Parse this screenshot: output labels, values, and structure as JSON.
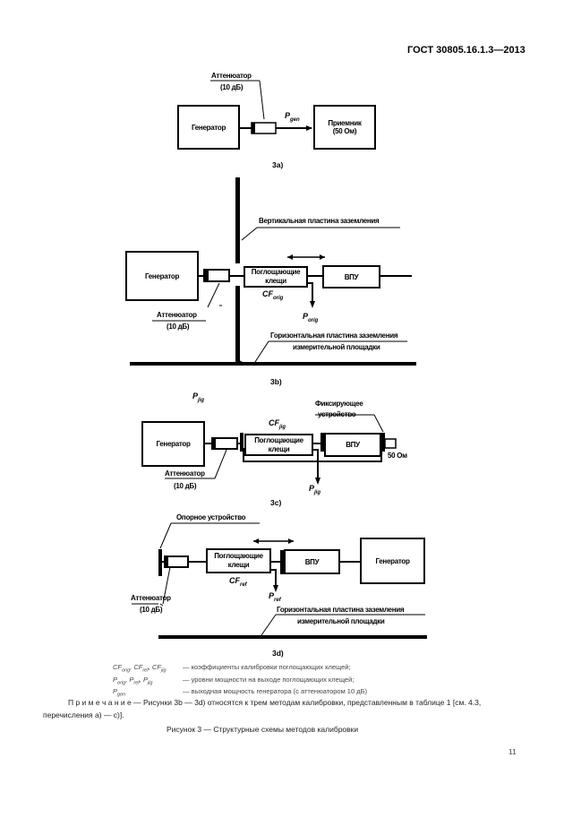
{
  "header": {
    "standard": "ГОСТ 30805.16.1.3—2013"
  },
  "figure_3a": {
    "attenuator_label": "Аттенюатор",
    "attenuator_value": "(10 дБ)",
    "generator": "Генератор",
    "receiver_line1": "Приемник",
    "receiver_line2": "(50 Ом)",
    "power_symbol": "P",
    "power_sub": "gen",
    "caption": "3a)"
  },
  "figure_3b": {
    "vertical_plate": "Вертикальная пластина заземления",
    "generator": "Генератор",
    "clamp_line1": "Поглощающие",
    "clamp_line2": "клещи",
    "vpu": "ВПУ",
    "cf_symbol": "CF",
    "cf_sub": "orig",
    "power_symbol": "P",
    "power_sub": "orig",
    "attenuator_label": "Аттенюатор",
    "attenuator_value": "(10 дБ)",
    "horizontal_plate_line1": "Горизонтальная пластина заземления",
    "horizontal_plate_line2": "измерительной площадки",
    "caption": "3b)"
  },
  "figure_3c": {
    "stray_symbol": "P",
    "stray_sub": "jig",
    "cf_symbol": "CF",
    "cf_sub": "jig",
    "fixing_line1": "Фиксирующее",
    "fixing_line2": "устройство",
    "generator": "Генератор",
    "clamp_line1": "Поглощающие",
    "clamp_line2": "клещи",
    "vpu": "ВПУ",
    "load": "50 Ом",
    "attenuator_label": "Аттенюатор",
    "attenuator_value": "(10 дБ)",
    "power_symbol": "P",
    "power_sub": "jig",
    "caption": "3c)"
  },
  "figure_3d": {
    "reference_device": "Опорное устройство",
    "clamp_line1": "Поглощающие",
    "clamp_line2": "клещи",
    "vpu": "ВПУ",
    "generator": "Генератор",
    "cf_symbol": "CF",
    "cf_sub": "ref",
    "power_symbol": "P",
    "power_sub": "ref",
    "attenuator_label": "Аттенюатор",
    "attenuator_value": "(10 дБ)",
    "horizontal_plate_line1": "Горизонтальная пластина заземления",
    "horizontal_plate_line2": "измерительной площадки",
    "caption": "3d)"
  },
  "legend": [
    {
      "symbols": "CF_orig, CF_ref, CF_jig",
      "sym_html": [
        "CF",
        "orig",
        "CF",
        "ref",
        "CF",
        "jig"
      ],
      "text": "— коэффициенты калибровки поглощающих клещей;"
    },
    {
      "symbols": "P_orig, P_ref, P_jig",
      "sym_html": [
        "P",
        "orig",
        "P",
        "ref",
        "P",
        "jig"
      ],
      "text": "— уровни мощности на выходе поглощающих клещей;"
    },
    {
      "symbols": "P_gen",
      "sym_html": [
        "P",
        "gen"
      ],
      "text": "— выходная мощность генератора (с аттенюатором 10 дБ)"
    }
  ],
  "note": {
    "label": "П р и м е ч а н и е",
    "text": " — Рисунки 3b — 3d) относятся к трем методам калибровки, представленным в таблице 1 [см. 4.3, перечисления а) — с)]."
  },
  "figure_title": "Рисунок 3 — Структурные схемы методов калибровки",
  "page_number": "11"
}
